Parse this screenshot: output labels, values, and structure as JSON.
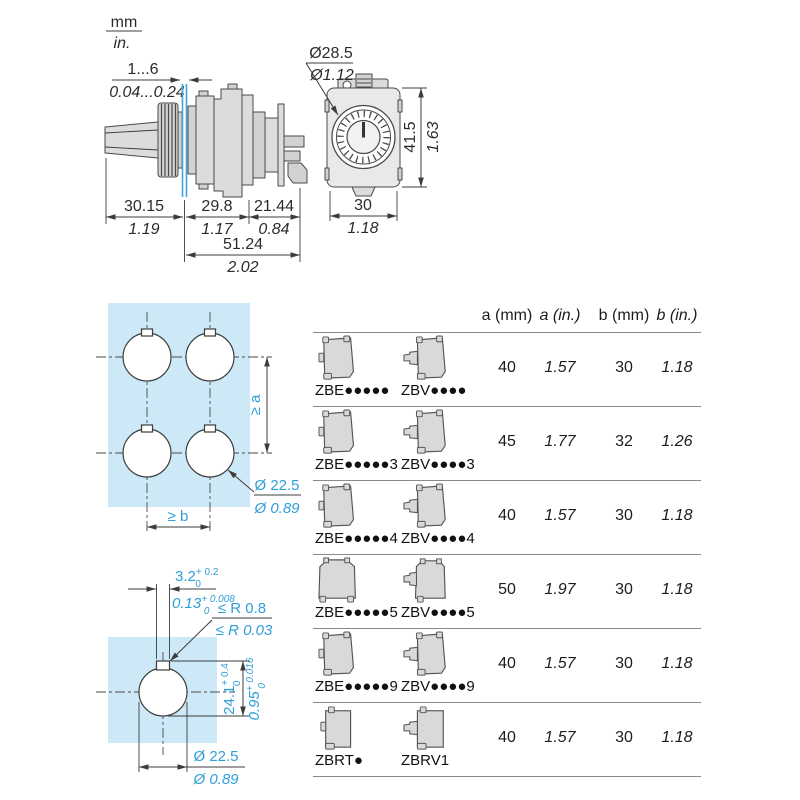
{
  "colors": {
    "blue_accent": "#2f9ed8",
    "panel_fill": "#cde9f7",
    "part_fill": "#dcdcdc"
  },
  "units_legend": {
    "mm": "mm",
    "in": "in."
  },
  "side_view": {
    "panel_thickness_mm": "1...6",
    "panel_thickness_in": "0.04...0.24",
    "front_depth_mm": "30.15",
    "front_depth_in": "1.19",
    "mid_depth_mm": "29.8",
    "mid_depth_in": "1.17",
    "rear_depth_mm": "21.44",
    "rear_depth_in": "0.84",
    "behind_panel_depth_mm": "51.24",
    "behind_panel_depth_in": "2.02"
  },
  "front_view": {
    "bezel_diameter_mm": "Ø28.5",
    "bezel_diameter_in": "Ø1.12",
    "height_mm": "41.5",
    "height_in": "1.63",
    "width_mm": "30",
    "width_in": "1.18"
  },
  "multi_hole_cutout": {
    "vertical_spacing": "≥ a",
    "horizontal_spacing": "≥ b",
    "hole_diameter_mm": "Ø 22.5",
    "hole_diameter_in": "Ø 0.89"
  },
  "single_hole_cutout": {
    "notch_width_mm": "3.2",
    "notch_width_mm_sup": "+ 0.2",
    "notch_width_mm_sub": "0",
    "notch_width_in": "0.13",
    "notch_width_in_sup": "+ 0.008",
    "notch_width_in_sub": "0",
    "corner_radius_mm": "≤ R 0.8",
    "corner_radius_in": "≤ R 0.03",
    "notch_depth_mm": "24.1",
    "notch_depth_mm_sup": "+ 0.4",
    "notch_depth_mm_sub": "0",
    "notch_depth_in": "0.95",
    "notch_depth_in_sup": "+ 0.016",
    "notch_depth_in_sub": "0",
    "hole_diameter_mm": "Ø 22.5",
    "hole_diameter_in": "Ø 0.89"
  },
  "table": {
    "headers": {
      "a_mm": "a (mm)",
      "a_in": "a (in.)",
      "b_mm": "b (mm)",
      "b_in": "b (in.)"
    },
    "rows": [
      {
        "left_ref": "ZBE●●●●●",
        "right_ref": "ZBV●●●●",
        "a_mm": "40",
        "a_in": "1.57",
        "b_mm": "30",
        "b_in": "1.18"
      },
      {
        "left_ref": "ZBE●●●●●3",
        "right_ref": "ZBV●●●●3",
        "a_mm": "45",
        "a_in": "1.77",
        "b_mm": "32",
        "b_in": "1.26"
      },
      {
        "left_ref": "ZBE●●●●●4",
        "right_ref": "ZBV●●●●4",
        "a_mm": "40",
        "a_in": "1.57",
        "b_mm": "30",
        "b_in": "1.18"
      },
      {
        "left_ref": "ZBE●●●●●5",
        "right_ref": "ZBV●●●●5",
        "a_mm": "50",
        "a_in": "1.97",
        "b_mm": "30",
        "b_in": "1.18"
      },
      {
        "left_ref": "ZBE●●●●●9",
        "right_ref": "ZBV●●●●9",
        "a_mm": "40",
        "a_in": "1.57",
        "b_mm": "30",
        "b_in": "1.18"
      },
      {
        "left_ref": "ZBRT●",
        "right_ref": "ZBRV1",
        "a_mm": "40",
        "a_in": "1.57",
        "b_mm": "30",
        "b_in": "1.18"
      }
    ]
  }
}
